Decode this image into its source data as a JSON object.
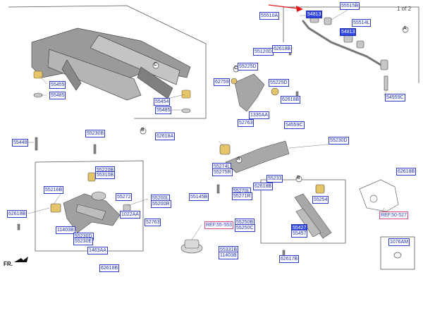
{
  "pager": {
    "text": "1 of 2"
  },
  "direction_label": "FR.",
  "circle_labels": {
    "a": "A",
    "b": "B",
    "c": "C"
  },
  "colors": {
    "tag_border": "#2a3cc8",
    "tag_text": "#1c2bb0",
    "tag_highlight": "#3047e0",
    "ref_border": "#d04a8a",
    "arrow": "#e01818",
    "line_art": "#555555"
  },
  "parts": {
    "p55455": "55455",
    "p55485_a": "55485",
    "p55454": "55454",
    "p55485_b": "55485",
    "p62618a_1": "62618A",
    "p55448": "55448",
    "p55510a": "55510A",
    "p55515b": "55515B",
    "p54813_a": "54813",
    "p55514l": "55514L",
    "p54813_b": "54813",
    "p54559c_top": "54559C",
    "p55120d": "55120D",
    "p62618b_1": "62618B",
    "p55225d": "55225D",
    "p62759": "62759",
    "p55225d_b": "55225D",
    "p62618b_2": "62618B",
    "p1330aa": "1330AA",
    "p52763_a": "52763",
    "p54559c_mid": "54559C",
    "p55230b_top": "55230B",
    "p55220b": "55220B",
    "p55310b": "55310B",
    "p55216b": "55216B",
    "p55272": "55272",
    "p55200l": "55200L",
    "p55200r": "55200R",
    "p62618b_left": "62618B",
    "p1022aa": "1022AA",
    "p11403b_a": "11403B",
    "p52763_b": "52763",
    "p55230d": "55230D",
    "p55230e": "55230E",
    "p1463aa": "1463AA",
    "p62618b_low": "62618B",
    "p55274l": "55274L",
    "p55275r": "55275R",
    "p55233": "55233",
    "p55145b": "55145B",
    "p55270l": "55270L",
    "p55271r": "55271R",
    "p62618b_mid": "62618B",
    "p55230d_b": "55230D",
    "p55254": "55254",
    "p62618b_right": "62618B",
    "p55250b": "55250B",
    "p55250c": "55250C",
    "p55331b": "55331B",
    "p11403b_b": "11403B",
    "p55427": "55427",
    "p55457": "55457",
    "p62617b": "62617B",
    "p1076am": "1076AM",
    "ref_55_553": "REF.55-553",
    "ref_50_527": "REF.50-527"
  }
}
